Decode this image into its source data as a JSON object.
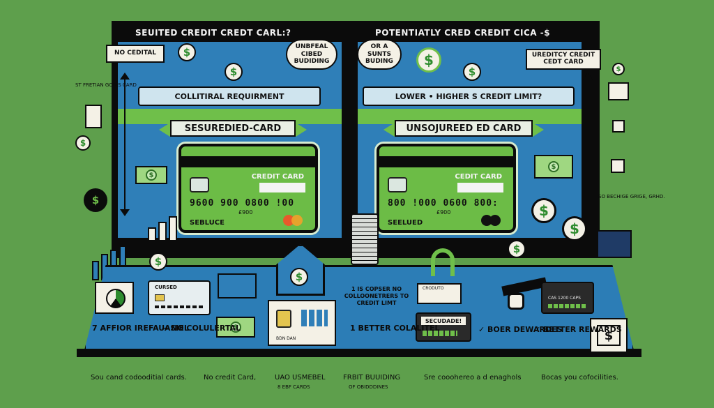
{
  "left_panel": {
    "header": "SEUITED CREDIT CREDT CARL:?",
    "tag": "NO CEDITAL",
    "bubble": "UNBFEAL CIBED BUDIDING",
    "band": "COLLITIRAL REQUIRMENT",
    "ribbon": "SESUREDIED-CARD",
    "card": {
      "label": "CREDIT CARD",
      "number": "9600 900 0800 !00",
      "expiry": "£900",
      "holder": "SEBLUCE"
    }
  },
  "right_panel": {
    "header": "POTENTIATLY CRED CREDIT CICA -$",
    "bubble": "OR A SUNTS BUDING",
    "tag": "UREDITCY CREDIT CEDT CARD",
    "band": "LOWER • HIGHER S CREDIT LIMIT?",
    "ribbon": "UNSOJUREED ED CARD",
    "card": {
      "label": "CEDIT CARD",
      "number": "800 !000 0600 800:",
      "expiry": "£900",
      "holder": "SEELUED"
    }
  },
  "side_text": {
    "left": "ST FRETIAN GODIS CARD",
    "right": "SO BECHIGE GRIGE, GRHD."
  },
  "floor": {
    "mini_card_label": "CURSED",
    "secure_screen": "CRODUTO",
    "secured_card_label": "SECUDADE!",
    "dark_card_text": "CAS 1200 CAPS",
    "house_text": "BDN DAN",
    "flow_text": "1 IS COPSER NO COLLOONETRERS TO CREDIT LIMT",
    "labels": [
      {
        "text": "7 AFFIOR IREFAUASIEL"
      },
      {
        "text": "→ NO COLULERTAL"
      },
      {
        "text": "1 BETTER COLALITEL"
      },
      {
        "text": "✓ BOER DEWARDES"
      },
      {
        "text": "✓ BETTER REWARDS"
      }
    ]
  },
  "footer": [
    {
      "text": "Sou cand codooditial cards."
    },
    {
      "text": "No credit Card,"
    },
    {
      "text": "UAO USMEBEL"
    },
    {
      "text": "FRBIT BUUIDING"
    },
    {
      "text": "Sre cooohereo a d enaghols"
    },
    {
      "text": "Bocas you cofocilities."
    }
  ],
  "footer_sub": [
    {
      "text": "8 EBF CARDS"
    },
    {
      "text": "OF OBIDDDINES"
    }
  ],
  "icons": {
    "dollar": "$"
  },
  "colors": {
    "background": "#5e9f4c",
    "panel": "#2f7fb8",
    "card": "#6cbc46",
    "ink": "#0b0b0b",
    "paper": "#f4f1e6"
  }
}
